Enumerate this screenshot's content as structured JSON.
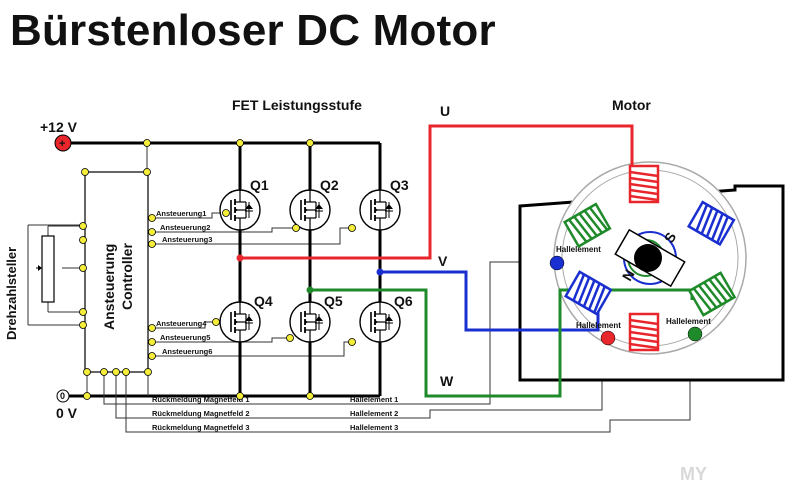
{
  "title": "Bürstenloser DC Motor",
  "labels": {
    "supply_plus": "+12 V",
    "supply_zero": "0 V",
    "ground_symbol": "0",
    "fet_stage": "FET Leistungsstufe",
    "motor": "Motor",
    "phase_u": "U",
    "phase_v": "V",
    "phase_w": "W",
    "speed_control": "Drehzahlsteller",
    "controller_line1": "Ansteuerung",
    "controller_line2": "Controller",
    "magnet_s": "S",
    "magnet_n": "N"
  },
  "transistors": [
    "Q1",
    "Q2",
    "Q3",
    "Q4",
    "Q5",
    "Q6"
  ],
  "gate_lines": [
    "Ansteuerung1",
    "Ansteuerung2",
    "Ansteuerung3",
    "Ansteuerung4",
    "Ansteuerung5",
    "Ansteuerung6"
  ],
  "feedback_lines": [
    {
      "left": "Rückmeldung Magnetfeld 1",
      "right": "Hallelement 1"
    },
    {
      "left": "Rückmeldung Magnetfeld 2",
      "right": "Hallelement 2"
    },
    {
      "left": "Rückmeldung Magnetfeld 3",
      "right": "Hallelement 3"
    }
  ],
  "hall_labels": [
    "Hallelement",
    "Hallelement",
    "Hallelement"
  ],
  "watermark": "MY",
  "colors": {
    "phase_u": "#e8262c",
    "phase_v": "#1a2fd0",
    "phase_w": "#1f8a2a",
    "junction": "#f4ee3a",
    "supply": "#e8262c",
    "coil_green": "#1f8a2a",
    "coil_blue": "#1a2fd0",
    "coil_red": "#e8262c"
  }
}
